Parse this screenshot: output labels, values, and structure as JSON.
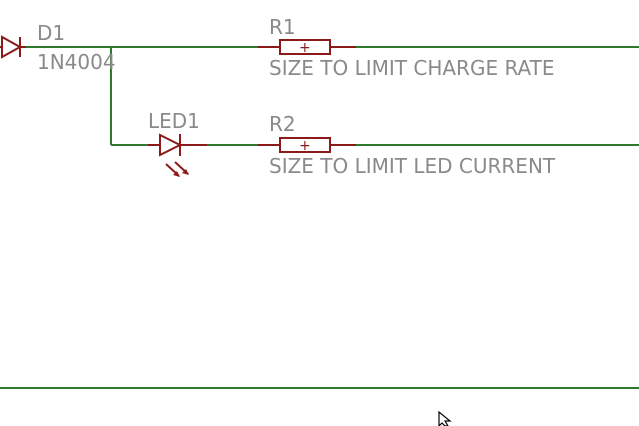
{
  "schematic": {
    "d1": {
      "ref": "D1",
      "value": "1N4004"
    },
    "led1": {
      "ref": "LED1"
    },
    "r1": {
      "ref": "R1",
      "note": "SIZE TO LIMIT CHARGE RATE",
      "symbol": "+"
    },
    "r2": {
      "ref": "R2",
      "note": "SIZE TO LIMIT LED CURRENT",
      "symbol": "+"
    }
  },
  "colors": {
    "wire": "#2f7a2f",
    "component": "#8b1a1a",
    "label_text": "#8a8a8a",
    "background": "#ffffff"
  },
  "icons": {
    "cursor": "mouse-pointer-icon"
  }
}
